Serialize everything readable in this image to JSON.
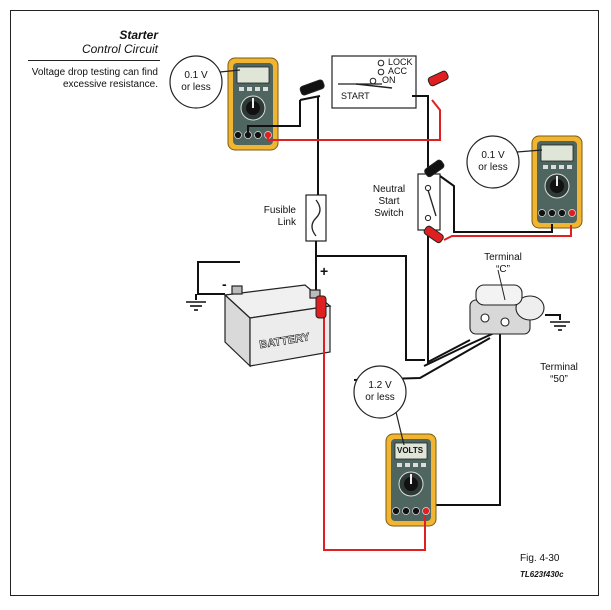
{
  "title": "Starter",
  "subtitle": "Control Circuit",
  "description": "Voltage drop testing can find excessive resistance.",
  "meter_top": {
    "reading": "0.1 V",
    "unit_note": "or less"
  },
  "meter_right": {
    "reading": "0.1 V",
    "unit_note": "or less"
  },
  "meter_bottom": {
    "reading": "1.2 V",
    "unit_note": "or less",
    "display": "VOLTS"
  },
  "ignition_switch": {
    "lock": "LOCK",
    "acc": "ACC",
    "on": "ON",
    "start": "START"
  },
  "labels": {
    "fusible_link": [
      "Fusible",
      "Link"
    ],
    "neutral_switch": [
      "Neutral",
      "Start",
      "Switch"
    ],
    "terminal_c": [
      "Terminal",
      "“C”"
    ],
    "terminal_50": [
      "Terminal",
      "“50”"
    ],
    "battery": "BATTERY",
    "neg": "-",
    "pos": "+"
  },
  "figure": {
    "number": "Fig. 4-30",
    "code": "TL623f430c"
  },
  "colors": {
    "meter_body": "#f2b531",
    "meter_face": "#4f6660",
    "probe_red": "#e02020",
    "wire": "#111111"
  }
}
